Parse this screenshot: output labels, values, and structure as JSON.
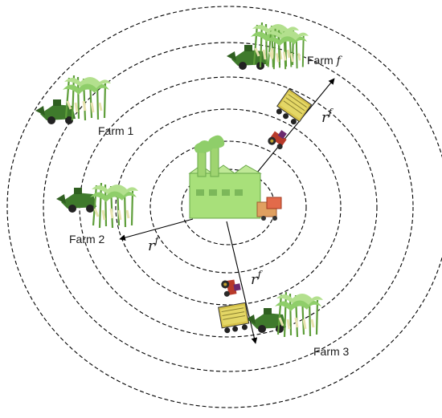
{
  "farms": [
    {
      "id": "farm-1",
      "label": "Farm 1"
    },
    {
      "id": "farm-2",
      "label": "Farm 2"
    },
    {
      "id": "farm-3",
      "label": "Farm 3"
    },
    {
      "id": "farm-f",
      "label": "Farm",
      "label_suffix": "f"
    }
  ],
  "distance_label": {
    "base": "r",
    "sup": "f"
  },
  "icons": [
    "factory-icon",
    "truck-icon",
    "tractor-icon",
    "harvester-icon",
    "sugarcane-icon"
  ],
  "colors": {
    "factory": "#a8e07a",
    "crop": "#8fce6a",
    "truck_body": "#d6c24a",
    "tractor": "#b83a2a",
    "ring": "#000000"
  },
  "ring_count": 6
}
